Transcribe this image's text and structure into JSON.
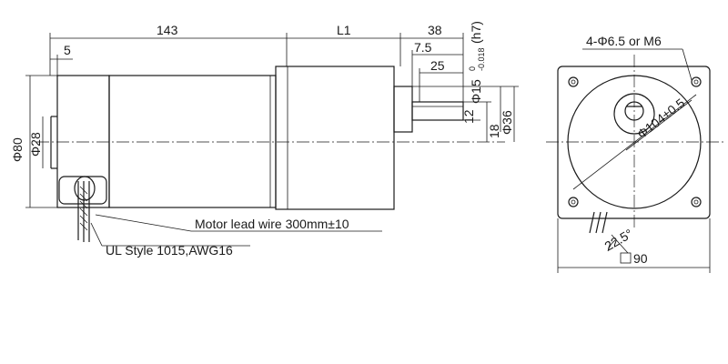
{
  "dimensions": {
    "body_length": "143",
    "gearhead_length": "L1",
    "shaft_length": "38",
    "shaft_shoulder": "7.5",
    "key_length": "25",
    "flange_offset": "5",
    "shaft_dia_symbol": "Φ15",
    "shaft_tol_upper": "0",
    "shaft_tol_lower": "-0.018",
    "shaft_fit": "(h7)",
    "key_height": "12",
    "hub_dia": "Φ36",
    "center_height": "18",
    "body_dia": "Φ80",
    "pilot_dia": "Φ28",
    "bolt_holes": "4-Φ6.5 or M6",
    "pcd": "Φ104±0.5",
    "flange_square": "90",
    "angle": "22.5°"
  },
  "notes": {
    "lead_wire": "Motor lead wire 300mm±10",
    "wire_spec": "UL Style 1015,AWG16"
  }
}
